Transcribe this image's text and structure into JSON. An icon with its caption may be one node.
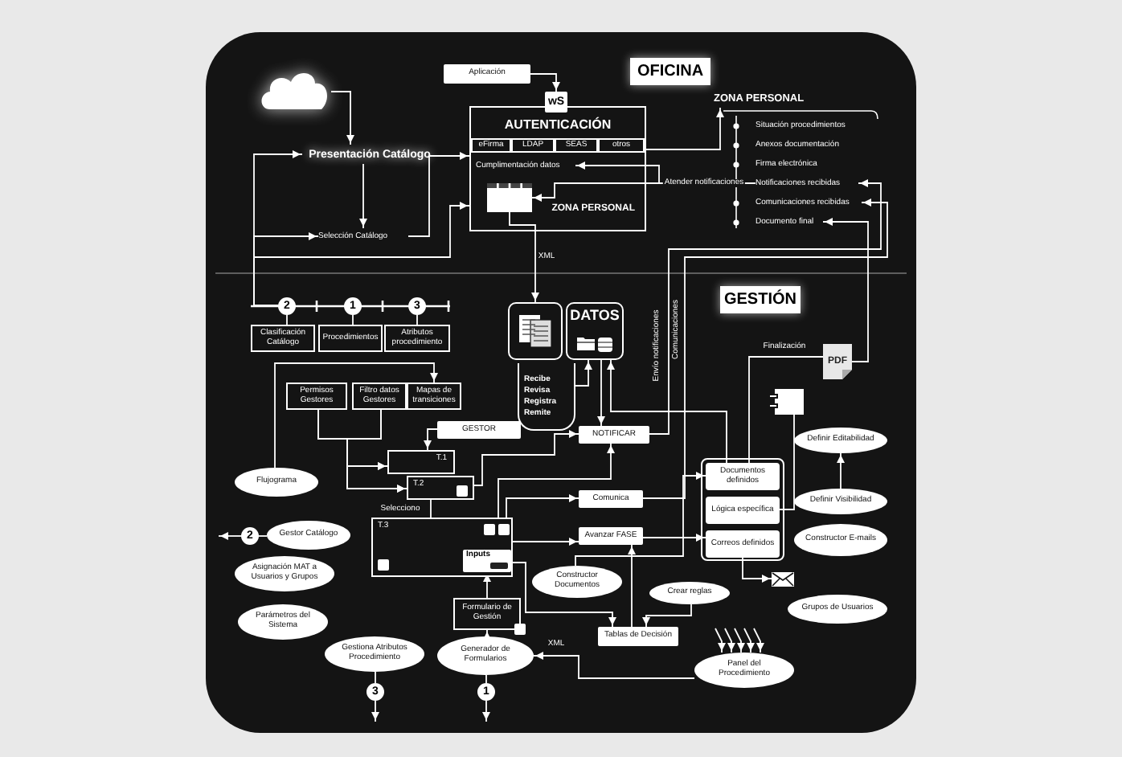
{
  "diagram": {
    "nodes": [
      {
        "text": [],
        "shape": "cloud"
      },
      {
        "text": [
          "Aplicación"
        ]
      },
      {
        "text": [
          "OFICINA"
        ]
      },
      {
        "text": [
          "AUTENTICACIÓN",
          "ZONA PERSONAL"
        ]
      },
      {
        "text": [
          "wS"
        ]
      },
      {
        "text": [
          "eFirma"
        ],
        "in": 3
      },
      {
        "text": [
          "LDAP"
        ],
        "in": 3
      },
      {
        "text": [
          "SEAS"
        ],
        "in": 3
      },
      {
        "text": [
          "otros"
        ],
        "in": 3
      },
      {
        "text": [
          "Cumplimentación datos"
        ],
        "in": 3
      },
      {
        "text": [],
        "shape": "box",
        "in": 3
      },
      {
        "text": [
          "Presentación Catálogo"
        ]
      },
      {
        "text": [
          "Selección Catálogo"
        ]
      },
      {
        "text": [
          "ZONA PERSONAL"
        ]
      },
      {
        "text": [
          "Situación procedimientos"
        ]
      },
      {
        "text": [
          "Anexos documentación"
        ]
      },
      {
        "text": [
          "Firma electrónica"
        ]
      },
      {
        "text": [
          "Notificaciones recibidas"
        ]
      },
      {
        "text": [
          "Comunicaciones recibidas"
        ]
      },
      {
        "text": [
          "Documento final"
        ]
      },
      {
        "text": [
          "GESTIÓN"
        ]
      },
      {
        "text": [
          "2"
        ]
      },
      {
        "text": [
          "1"
        ]
      },
      {
        "text": [
          "3"
        ]
      },
      {
        "text": [
          "Clasificación Catálogo"
        ]
      },
      {
        "text": [
          "Procedimientos"
        ]
      },
      {
        "text": [
          "Atributos procedimiento"
        ]
      },
      {
        "text": [],
        "shape": "box"
      },
      {
        "text": [
          "DATOS"
        ]
      },
      {
        "text": [
          "Recibe",
          "Revisa",
          "Registra",
          "Remite"
        ]
      },
      {
        "text": [
          "Permisos Gestores"
        ]
      },
      {
        "text": [
          "Filtro datos Gestores"
        ]
      },
      {
        "text": [
          "Mapas de transiciones"
        ]
      },
      {
        "text": [
          "GESTOR"
        ]
      },
      {
        "text": [
          "Flujograma"
        ]
      },
      {
        "text": [
          "T.1"
        ]
      },
      {
        "text": [
          "T.2"
        ]
      },
      {
        "text": [
          "T.3"
        ]
      },
      {
        "text": [
          "Inputs"
        ],
        "in": 37
      },
      {
        "text": [
          "NOTIFICAR"
        ]
      },
      {
        "text": [
          "PDF"
        ]
      },
      {
        "text": [],
        "shape": "box"
      },
      {
        "text": [],
        "shape": "box"
      },
      {
        "text": [
          "Documentos definidos"
        ],
        "in": 42
      },
      {
        "text": [
          "Lógica específica"
        ],
        "in": 42
      },
      {
        "text": [
          "Correos definidos"
        ],
        "in": 42
      },
      {
        "text": [
          "Comunica"
        ]
      },
      {
        "text": [
          "Avanzar FASE"
        ]
      },
      {
        "text": [
          "Definir Editabilidad"
        ]
      },
      {
        "text": [
          "Definir Visibilidad"
        ]
      },
      {
        "text": [
          "Constructor E-mails"
        ]
      },
      {
        "text": [
          "Gestor Catálogo"
        ]
      },
      {
        "text": [
          "2"
        ]
      },
      {
        "text": [
          "Asignación MAT a Usuarios y Grupos"
        ]
      },
      {
        "text": [
          "Parámetros del Sistema"
        ]
      },
      {
        "text": [
          "Constructor Documentos"
        ]
      },
      {
        "text": [
          "Crear reglas"
        ]
      },
      {
        "text": [],
        "shape": "envelope"
      },
      {
        "text": [
          "Formulario de Gestión"
        ]
      },
      {
        "text": [
          "Grupos de Usuarios"
        ]
      },
      {
        "text": [
          "Tablas de Decisión"
        ]
      },
      {
        "text": [
          "Gestiona Atributos Procedimiento"
        ]
      },
      {
        "text": [
          "Generador de Formularios"
        ]
      },
      {
        "text": [
          "Panel del Procedimiento"
        ]
      },
      {
        "text": [
          "3"
        ]
      },
      {
        "text": [
          "1"
        ]
      }
    ],
    "edges": [
      {
        "from": 0,
        "to": 11,
        "arrow": "to"
      },
      {
        "from": 11,
        "to": 12,
        "arrow": "to"
      },
      {
        "from": 12,
        "to": 3,
        "arrow": "to"
      },
      {
        "from": 21,
        "to": 11,
        "arrow": "to"
      },
      {
        "from": 21,
        "to": 12,
        "arrow": "to"
      },
      {
        "from": 21,
        "to": 3,
        "arrow": "to"
      },
      {
        "from": 21,
        "to": 24,
        "arrow": "none"
      },
      {
        "from": 22,
        "to": 25,
        "arrow": "none"
      },
      {
        "from": 23,
        "to": 26,
        "arrow": "none"
      },
      {
        "from": 1,
        "to": 4,
        "arrow": "to"
      },
      {
        "from": 3,
        "to": 13,
        "arrow": "to"
      },
      {
        "from": 17,
        "to": 9,
        "arrow": "to",
        "label": "Atender notificaciones"
      },
      {
        "from": 17,
        "to": 10,
        "arrow": "to"
      },
      {
        "from": 10,
        "to": 27,
        "arrow": "to",
        "label": "XML"
      },
      {
        "from": 29,
        "to": 28,
        "arrow": "to"
      },
      {
        "from": 28,
        "to": 39,
        "arrow": "to"
      },
      {
        "from": 43,
        "to": 28,
        "arrow": "to"
      },
      {
        "from": 43,
        "to": 40,
        "arrow": "none",
        "label": "Finalización"
      },
      {
        "from": 40,
        "to": 19,
        "arrow": "to"
      },
      {
        "from": 39,
        "to": 17,
        "arrow": "to",
        "label": "Envío notificaciones"
      },
      {
        "from": 46,
        "to": 18,
        "arrow": "to",
        "label": "Comunicaciones"
      },
      {
        "from": 30,
        "to": 35,
        "arrow": "to"
      },
      {
        "from": 31,
        "to": 35,
        "arrow": "to"
      },
      {
        "from": 30,
        "to": 36,
        "arrow": "to"
      },
      {
        "from": 31,
        "to": 36,
        "arrow": "to"
      },
      {
        "from": 34,
        "to": 32,
        "arrow": "to"
      },
      {
        "from": 33,
        "to": 35,
        "arrow": "to"
      },
      {
        "from": 36,
        "to": 39,
        "arrow": "to"
      },
      {
        "from": 36,
        "to": 37,
        "arrow": "none",
        "label": "Selecciono"
      },
      {
        "from": 37,
        "to": 46,
        "arrow": "to"
      },
      {
        "from": 37,
        "to": 39,
        "arrow": "to"
      },
      {
        "from": 37,
        "to": 47,
        "arrow": "to"
      },
      {
        "from": 38,
        "to": 60,
        "arrow": "to"
      },
      {
        "from": 58,
        "to": 38,
        "arrow": "to"
      },
      {
        "from": 62,
        "to": 58,
        "arrow": "to"
      },
      {
        "from": 62,
        "to": 65,
        "arrow": "none"
      },
      {
        "from": 65,
        "to": null,
        "arrow": "to"
      },
      {
        "from": 61,
        "to": 64,
        "arrow": "none"
      },
      {
        "from": 64,
        "to": null,
        "arrow": "to"
      },
      {
        "from": 51,
        "to": 52,
        "arrow": "none"
      },
      {
        "from": 52,
        "to": null,
        "arrow": "to"
      },
      {
        "from": 47,
        "to": 45,
        "arrow": "to"
      },
      {
        "from": 55,
        "to": 43,
        "arrow": "to"
      },
      {
        "from": 56,
        "to": 60,
        "arrow": "to"
      },
      {
        "from": 60,
        "to": 47,
        "arrow": "to"
      },
      {
        "from": 63,
        "to": 62,
        "arrow": "to",
        "label": "XML"
      },
      {
        "from": null,
        "to": 63,
        "arrow": "to"
      },
      {
        "from": null,
        "to": 63,
        "arrow": "to"
      },
      {
        "from": null,
        "to": 63,
        "arrow": "to"
      },
      {
        "from": null,
        "to": 63,
        "arrow": "to"
      },
      {
        "from": null,
        "to": 63,
        "arrow": "to"
      },
      {
        "from": 44,
        "to": 41,
        "arrow": "none"
      },
      {
        "from": 49,
        "to": 48,
        "arrow": "to"
      },
      {
        "from": 45,
        "to": 57,
        "arrow": "to"
      }
    ]
  }
}
